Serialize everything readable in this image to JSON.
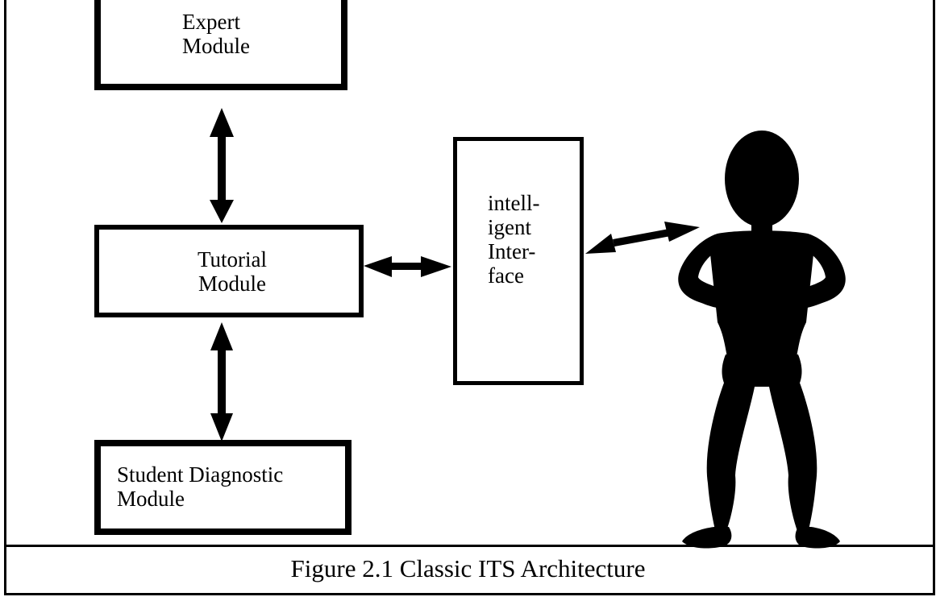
{
  "figure": {
    "boxes": {
      "expert": [
        "Expert",
        "Module"
      ],
      "tutorial": [
        "Tutorial",
        "Module"
      ],
      "student": [
        "Student Diagnostic",
        "Module"
      ],
      "interface": [
        "intell-",
        "igent",
        "Inter-",
        "face"
      ]
    },
    "icons": {
      "student_figure": "person-silhouette-icon",
      "arrows": "double-headed-arrow-icon"
    },
    "caption": "Figure 2.1 Classic ITS Architecture"
  }
}
